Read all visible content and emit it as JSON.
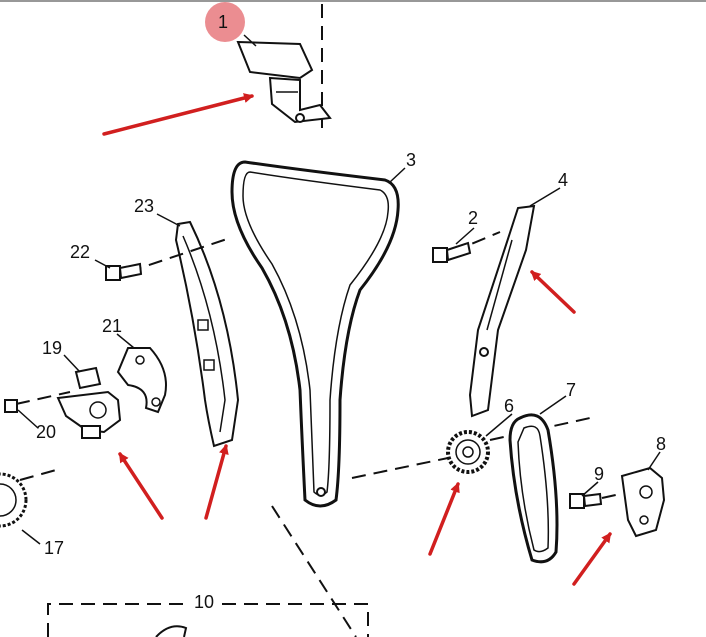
{
  "callouts": [
    "1",
    "2",
    "3",
    "4",
    "6",
    "7",
    "8",
    "9",
    "10",
    "17",
    "19",
    "20",
    "21",
    "22",
    "23"
  ],
  "highlight_color": "#e8797e",
  "arrow_color": "#d11f1f",
  "line_color": "#111111"
}
